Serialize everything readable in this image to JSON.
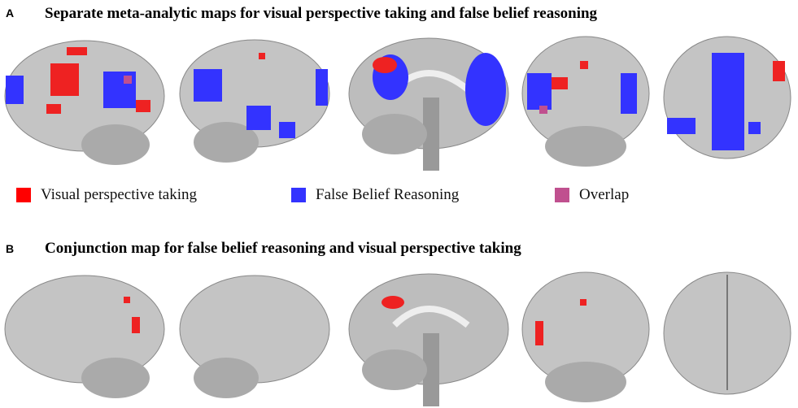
{
  "panel_a": {
    "label": "A",
    "title": "Separate meta-analytic maps for visual perspective taking and false belief reasoning"
  },
  "legend": [
    {
      "label": "Visual perspective taking",
      "color": "#ff0000"
    },
    {
      "label": "False Belief Reasoning",
      "color": "#3333ff"
    },
    {
      "label": "Overlap",
      "color": "#c0508f"
    }
  ],
  "panel_b": {
    "label": "B",
    "title": "Conjunction map for false belief reasoning and visual perspective taking"
  }
}
